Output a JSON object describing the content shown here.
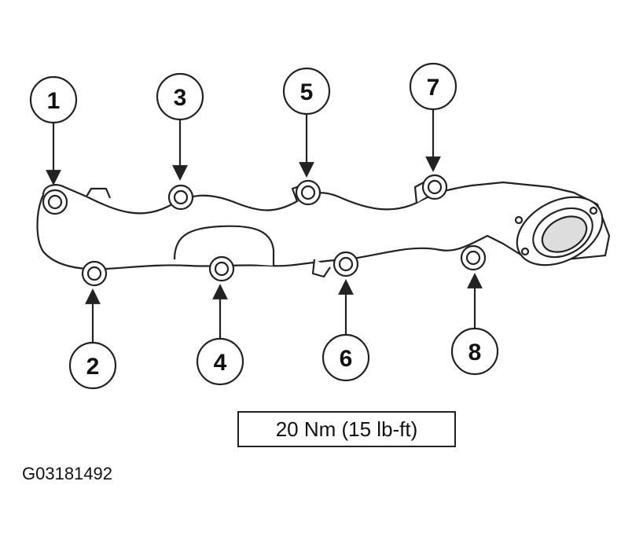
{
  "callouts": [
    {
      "number": "1"
    },
    {
      "number": "2"
    },
    {
      "number": "3"
    },
    {
      "number": "4"
    },
    {
      "number": "5"
    },
    {
      "number": "6"
    },
    {
      "number": "7"
    },
    {
      "number": "8"
    }
  ],
  "torque_spec": "20 Nm (15 lb-ft)",
  "figure_id": "G03181492",
  "colors": {
    "line": "#222222",
    "fill": "#ffffff",
    "shade": "#cccccc"
  }
}
